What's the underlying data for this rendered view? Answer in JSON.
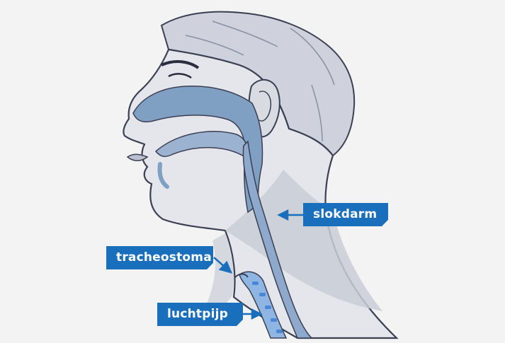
{
  "labels": {
    "slokdarm": "slokdarm",
    "tracheostoma": "tracheostoma",
    "luchtpijp": "luchtpijp"
  },
  "colors": {
    "label_bg": "#1a6fbd",
    "label_text": "#ffffff",
    "background": "#f3f3f3",
    "airway_blue": "#7f9fc3",
    "skin_shadow": "#c9ccd6"
  }
}
